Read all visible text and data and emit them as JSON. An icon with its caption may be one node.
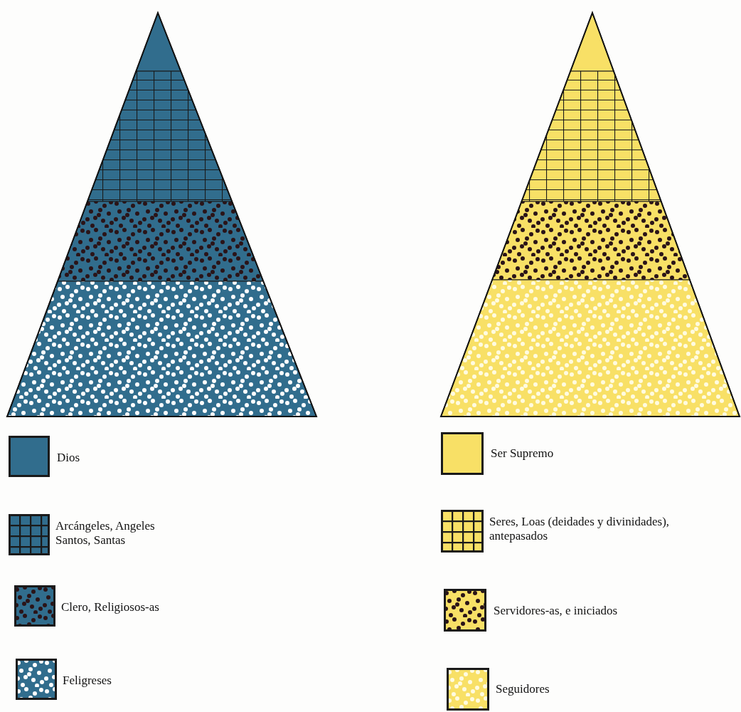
{
  "diagram": {
    "legend": [
      {
        "text": "Dios",
        "color": "#316d8d"
      },
      {
        "text": "Arcángeles, Angeles Santos, Santas"
      },
      {
        "text": "Clero, Religiosos-as"
      },
      {
        "text": "Feligreses"
      },
      {
        "text": "Ser Supremo",
        "color": "#f8e066"
      },
      {
        "text": "Seres, Loas (deidades y divinidades), antepasados"
      },
      {
        "text": "Servidores-as, e iniciados"
      },
      {
        "text": "Seguidores"
      }
    ]
  }
}
